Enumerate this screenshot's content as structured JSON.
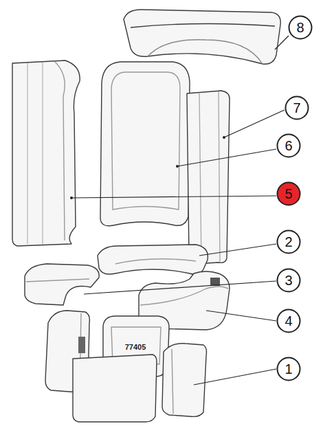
{
  "diagram": {
    "nodes": [
      {
        "text": [
          "8"
        ]
      },
      {
        "text": [
          "7"
        ]
      },
      {
        "text": [
          "6"
        ]
      },
      {
        "text": [
          "5"
        ]
      },
      {
        "text": [
          "2"
        ]
      },
      {
        "text": [
          "3"
        ]
      },
      {
        "text": [
          "4"
        ]
      },
      {
        "text": [
          "1"
        ]
      }
    ],
    "labels": [
      "77405"
    ]
  }
}
